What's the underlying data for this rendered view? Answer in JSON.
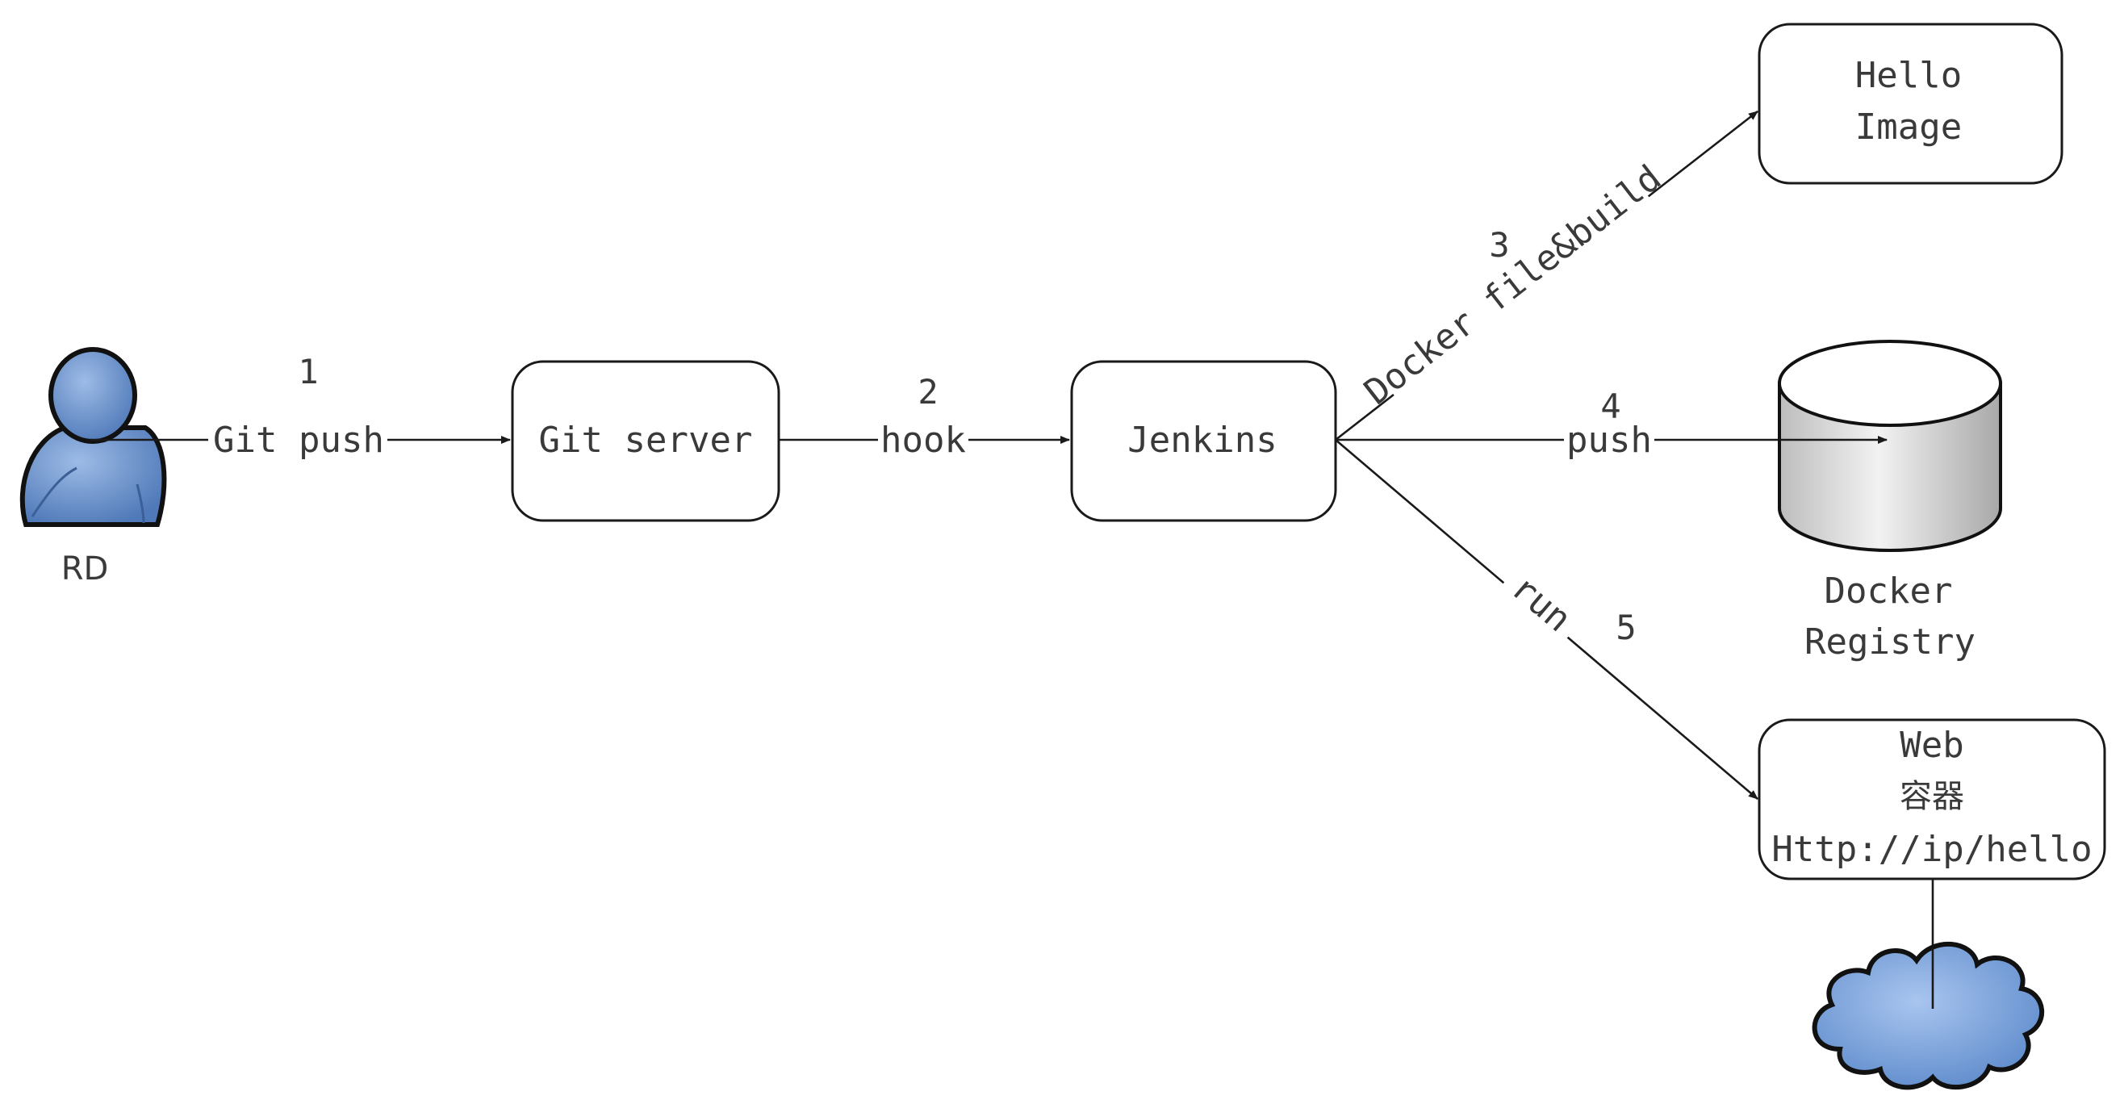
{
  "nodes": {
    "rd": {
      "label": "RD"
    },
    "git_server": {
      "label": "Git server"
    },
    "jenkins": {
      "label": "Jenkins"
    },
    "hello_image": {
      "line1": "Hello",
      "line2": "Image"
    },
    "docker_registry": {
      "line1": "Docker",
      "line2": "Registry"
    },
    "web_container": {
      "line1": "Web",
      "line2": "容器",
      "line3": "Http://ip/hello"
    }
  },
  "edges": {
    "git_push": {
      "step": "1",
      "label": "Git push"
    },
    "hook": {
      "step": "2",
      "label": "hook"
    },
    "docker_build": {
      "step": "3",
      "label": "Docker file&build"
    },
    "push": {
      "step": "4",
      "label": "push"
    },
    "run": {
      "step": "5",
      "label": "run"
    }
  },
  "colors": {
    "person_fill": "#6f97cf",
    "cloud_fill": "#7ea6dd",
    "cylinder_fill": "#d6d6d6",
    "line": "#1a1a1a"
  },
  "icons": {
    "rd": "person-icon",
    "registry": "database-cylinder-icon",
    "internet": "cloud-icon"
  }
}
